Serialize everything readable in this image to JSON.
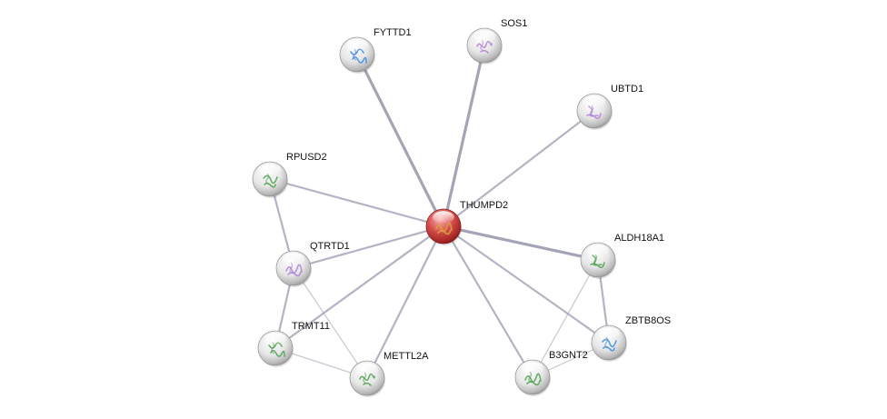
{
  "network": {
    "center_node": "THUMPD2",
    "nodes": [
      {
        "id": "THUMPD2",
        "label": "THUMPD2",
        "query": true,
        "protein_color": "#d9a040"
      },
      {
        "id": "FYTTD1",
        "label": "FYTTD1",
        "query": false,
        "protein_color": "#4a90d9"
      },
      {
        "id": "SOS1",
        "label": "SOS1",
        "query": false,
        "protein_color": "#b48ad6"
      },
      {
        "id": "UBTD1",
        "label": "UBTD1",
        "query": false,
        "protein_color": "#b48ad6"
      },
      {
        "id": "RPUSD2",
        "label": "RPUSD2",
        "query": false,
        "protein_color": "#5aa65a"
      },
      {
        "id": "QTRTD1",
        "label": "QTRTD1",
        "query": false,
        "protein_color": "#b48ad6"
      },
      {
        "id": "TRMT11",
        "label": "TRMT11",
        "query": false,
        "protein_color": "#5aa65a"
      },
      {
        "id": "METTL2A",
        "label": "METTL2A",
        "query": false,
        "protein_color": "#5aa65a"
      },
      {
        "id": "ALDH18A1",
        "label": "ALDH18A1",
        "query": false,
        "protein_color": "#5aa65a"
      },
      {
        "id": "ZBTB8OS",
        "label": "ZBTB8OS",
        "query": false,
        "protein_color": "#4a90d9"
      },
      {
        "id": "B3GNT2",
        "label": "B3GNT2",
        "query": false,
        "protein_color": "#5aa65a"
      }
    ],
    "edges": [
      {
        "source": "THUMPD2",
        "target": "FYTTD1",
        "strength": 3
      },
      {
        "source": "THUMPD2",
        "target": "SOS1",
        "strength": 3
      },
      {
        "source": "THUMPD2",
        "target": "UBTD1",
        "strength": 2
      },
      {
        "source": "THUMPD2",
        "target": "RPUSD2",
        "strength": 2
      },
      {
        "source": "THUMPD2",
        "target": "QTRTD1",
        "strength": 2
      },
      {
        "source": "THUMPD2",
        "target": "TRMT11",
        "strength": 2
      },
      {
        "source": "THUMPD2",
        "target": "METTL2A",
        "strength": 2
      },
      {
        "source": "THUMPD2",
        "target": "ALDH18A1",
        "strength": 3
      },
      {
        "source": "THUMPD2",
        "target": "ZBTB8OS",
        "strength": 2
      },
      {
        "source": "THUMPD2",
        "target": "B3GNT2",
        "strength": 2
      },
      {
        "source": "RPUSD2",
        "target": "QTRTD1",
        "strength": 2
      },
      {
        "source": "QTRTD1",
        "target": "TRMT11",
        "strength": 2
      },
      {
        "source": "QTRTD1",
        "target": "METTL2A",
        "strength": 1
      },
      {
        "source": "TRMT11",
        "target": "METTL2A",
        "strength": 1
      },
      {
        "source": "ALDH18A1",
        "target": "ZBTB8OS",
        "strength": 2
      },
      {
        "source": "ALDH18A1",
        "target": "B3GNT2",
        "strength": 1
      },
      {
        "source": "ZBTB8OS",
        "target": "B3GNT2",
        "strength": 1
      }
    ],
    "colors": {
      "edge": "#9a9aaf",
      "query_node": "#c43a3a",
      "node": "#dcdcdc",
      "label": "#111111"
    }
  }
}
